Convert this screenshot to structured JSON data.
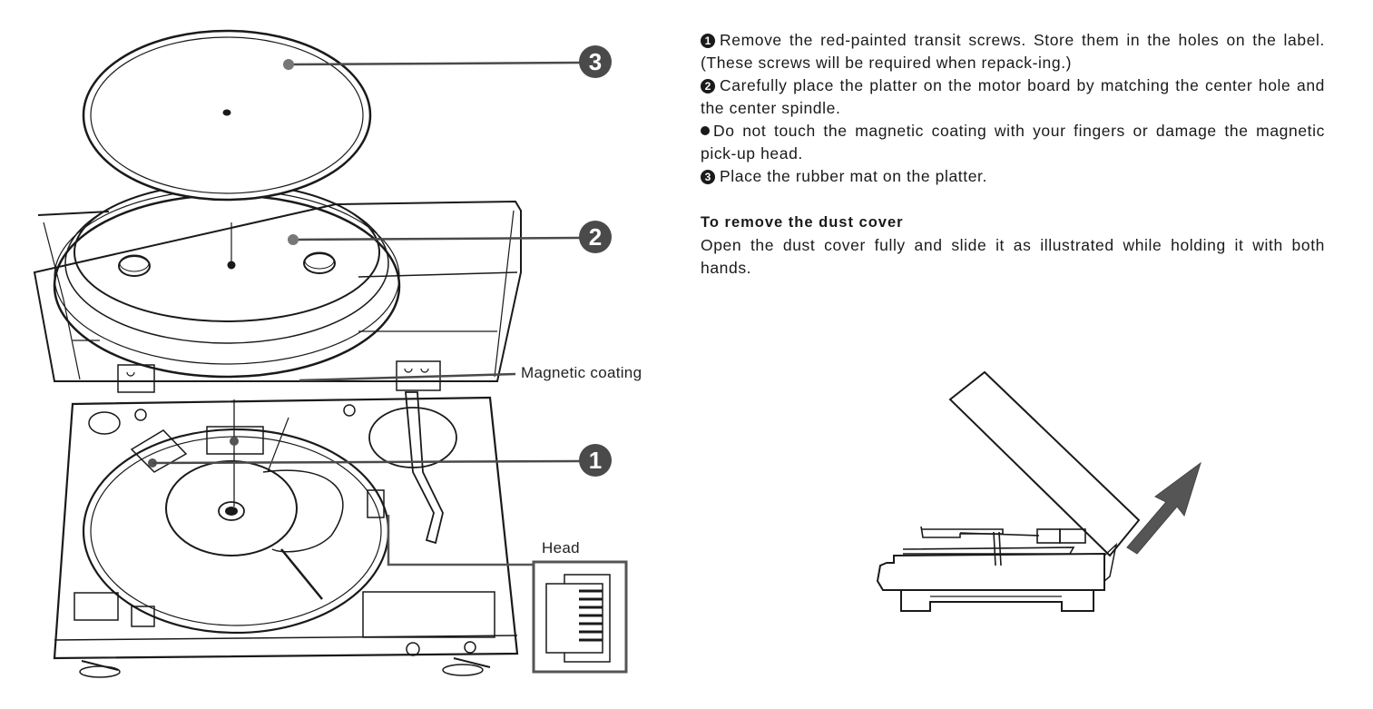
{
  "instructions": {
    "steps": [
      {
        "marker": "1",
        "text": "Remove the red-painted transit screws.  Store them in the holes on the label.  (These screws will be required when repack-ing.)"
      },
      {
        "marker": "2",
        "text": "Carefully place the platter on the motor board by matching the center hole and the center spindle."
      },
      {
        "marker": "bullet",
        "text": "Do not touch the magnetic coating with your fingers or damage the magnetic pick-up head."
      },
      {
        "marker": "3",
        "text": "Place the rubber mat on the platter."
      }
    ],
    "dust_cover": {
      "heading": "To remove the dust cover",
      "text": "Open the dust cover fully and slide it as illustrated while holding it with both hands."
    }
  },
  "diagram": {
    "callouts": [
      {
        "number": "3",
        "target": "rubber mat"
      },
      {
        "number": "2",
        "target": "platter"
      },
      {
        "number": "1",
        "target": "transit screws"
      }
    ],
    "labels": {
      "magnetic_coating": "Magnetic coating",
      "head": "Head"
    }
  },
  "colors": {
    "line": "#1a1a1a",
    "callout_fill": "#4a4a4a",
    "arrow_fill": "#555555",
    "background": "#ffffff"
  }
}
